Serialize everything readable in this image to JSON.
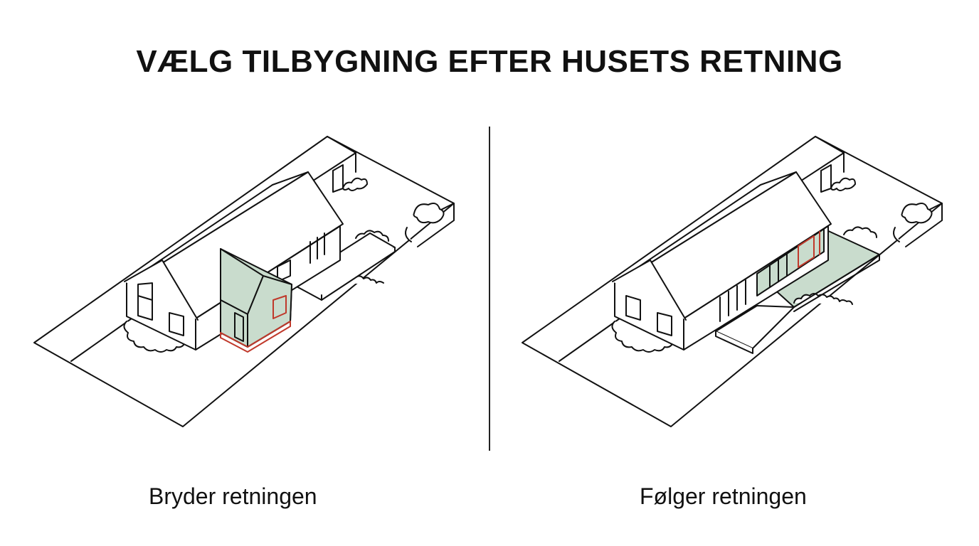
{
  "title": "VÆLG TILBYGNING EFTER HUSETS RETNING",
  "panels": [
    {
      "caption": "Bryder retningen"
    },
    {
      "caption": "Følger retningen"
    }
  ],
  "colors": {
    "line": "#111111",
    "extension_fill": "#c9dccd",
    "extension_edge": "#c0392b",
    "background": "#ffffff"
  }
}
